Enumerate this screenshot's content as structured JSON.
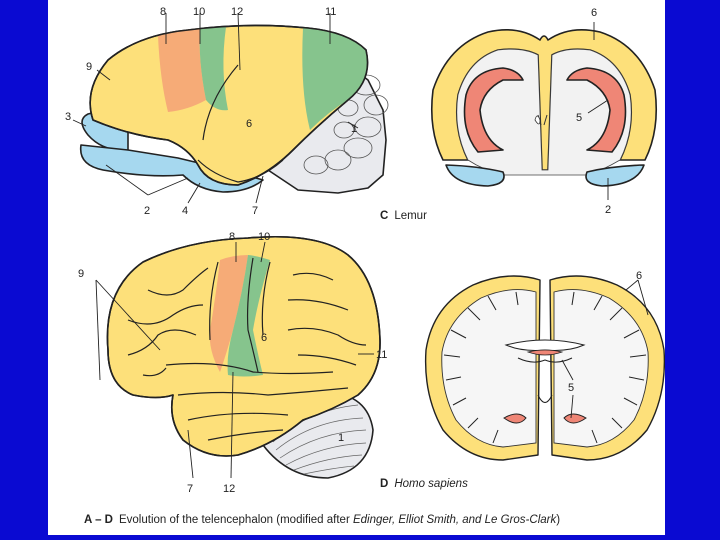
{
  "panel_c": {
    "letter": "C",
    "species": "Lemur",
    "labels": {
      "n1": "1",
      "n2a": "2",
      "n2b": "2",
      "n3": "3",
      "n4": "4",
      "n5": "5",
      "n6a": "6",
      "n6b": "6",
      "n7": "7",
      "n8": "8",
      "n9": "9",
      "n10": "10",
      "n11": "11",
      "n12": "12"
    }
  },
  "panel_d": {
    "letter": "D",
    "species": "Homo sapiens",
    "labels": {
      "n1": "1",
      "n5": "5",
      "n6a": "6",
      "n6b": "6",
      "n7": "7",
      "n8": "8",
      "n9": "9",
      "n10": "10",
      "n11": "11",
      "n12": "12"
    }
  },
  "caption": {
    "range": "A – D",
    "text": "Evolution of the telencephalon (modified after ",
    "authors": "Edinger, Elliot Smith, and Le Gros-Clark",
    "close": ")"
  },
  "colors": {
    "background": "#0a0ad2",
    "neocortex_yellow": "#fde07a",
    "orange_area": "#f6a877",
    "green_area": "#7fc28e",
    "blue_paleocortex": "#a6d8ef",
    "red_striatum": "#ef8676",
    "cerebellum_grey": "#e9eaee"
  }
}
